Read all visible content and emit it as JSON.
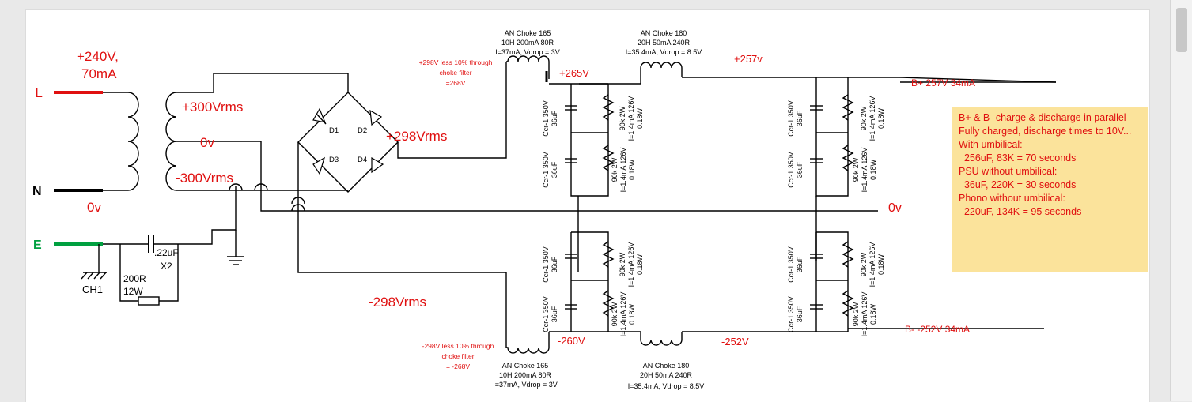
{
  "inputs": {
    "L": "L",
    "N": "N",
    "E": "E",
    "zero_n": "0v",
    "ch1": "CH1"
  },
  "transformer": {
    "primary": "+240V,",
    "primary2": "70mA",
    "sec_pos": "+300Vrms",
    "center": "0v",
    "sec_neg": "-300Vrms"
  },
  "ground_network": {
    "cap": ".22uF",
    "cap2": "X2",
    "res": "200R",
    "res2": "12W"
  },
  "bridge": {
    "d1": "D1",
    "d2": "D2",
    "d3": "D3",
    "d4": "D4",
    "pos": "+298Vrms",
    "neg": "-298Vrms"
  },
  "chokes": {
    "pos1": {
      "name": "AN Choke 165",
      "spec": "10H 200mA 80R",
      "drop": "I=37mA, Vdrop = 3V"
    },
    "pos2": {
      "name": "AN Choke 180",
      "spec": "20H 50mA 240R",
      "drop": "I=35.4mA, Vdrop = 8.5V"
    },
    "neg1": {
      "name": "AN Choke 165",
      "spec": "10H 200mA 80R",
      "drop": "I=37mA, Vdrop = 3V"
    },
    "neg2": {
      "name": "AN Choke 180",
      "spec": "20H 50mA 240R",
      "drop": "I=35.4mA, Vdrop = 8.5V"
    }
  },
  "notes": {
    "pos_filter": [
      "+298V less 10% through",
      "choke filter",
      "=268V"
    ],
    "neg_filter": [
      "-298V less 10% through",
      "choke filter",
      "= -268V"
    ]
  },
  "rails": {
    "v265": "+265V",
    "v257": "+257v",
    "bplus": "B+ 257V 34mA",
    "v260": "-260V",
    "v252": "-252V",
    "bminus": "B- -252V 34mA",
    "zero": "0v"
  },
  "components": {
    "cap": [
      "Ccr-1 350V",
      "36uF"
    ],
    "res": [
      "90k 2W",
      "I=1.4mA 126V",
      "0.18W"
    ]
  },
  "sticky_note": {
    "lines": [
      "B+ & B- charge & discharge in parallel",
      "Fully charged, discharge times to 10V...",
      "",
      "With umbilical:",
      "  256uF, 83K = 70 seconds",
      "",
      "PSU without umbilical:",
      "  36uF, 220K = 30 seconds",
      "Phono without umbilical:",
      "  220uF, 134K = 95 seconds"
    ]
  },
  "colors": {
    "red": "#e01010",
    "green": "#00a040",
    "note_bg": "#fbe39b"
  }
}
